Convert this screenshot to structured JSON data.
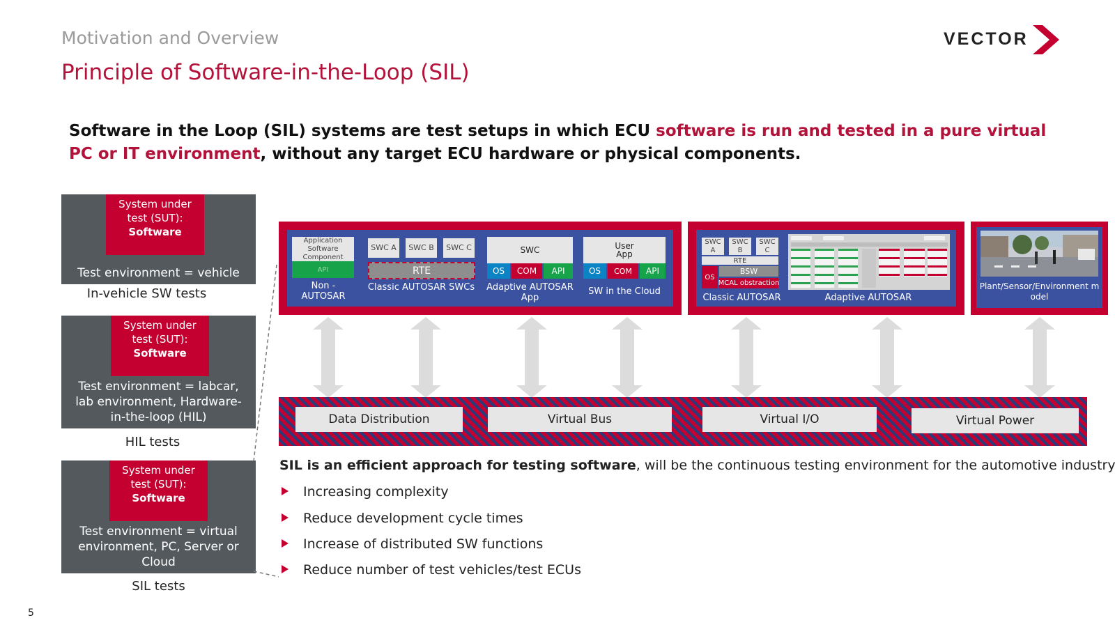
{
  "header": {
    "subtitle": "Motivation and Overview",
    "title": "Principle of Software-in-the-Loop (SIL)",
    "logo": "VECTOR"
  },
  "lead": {
    "part1": "Software in the Loop (SIL) systems are test setups in which ECU ",
    "highlight": "software is run and tested in a pure virtual PC or IT environment",
    "part2": ", without any target ECU hardware or physical components."
  },
  "env_boxes": [
    {
      "sut_line1": "System under",
      "sut_line2": "test (SUT):",
      "sut_bold": "Software",
      "env": "Test environment = vehicle",
      "caption": "In-vehicle SW tests"
    },
    {
      "sut_line1": "System under",
      "sut_line2": "test (SUT):",
      "sut_bold": "Software",
      "env": "Test environment = labcar, lab environment, Hardware-in-the-loop (HIL)",
      "caption": "HIL tests"
    },
    {
      "sut_line1": "System under",
      "sut_line2": "test (SUT):",
      "sut_bold": "Software",
      "env": "Test environment = virtual environment, PC, Server or Cloud",
      "caption": "SIL tests"
    }
  ],
  "panel1": {
    "app_sw_component": "Application Software Component",
    "api": "API",
    "non_autosar": "Non - AUTOSAR",
    "swc_a": "SWC A",
    "swc_b": "SWC B",
    "swc_c": "SWC C",
    "rte": "RTE",
    "classic_swcs": "Classic AUTOSAR SWCs",
    "swc": "SWC",
    "os": "OS",
    "com": "COM",
    "adaptive_app": "Adaptive AUTOSAR App",
    "user_app": "User App",
    "sw_cloud": "SW in the Cloud"
  },
  "panel2": {
    "swc_a": "SWC A",
    "swc_b": "SWC B",
    "swc_c": "SWC C",
    "rte": "RTE",
    "bsw": "BSW",
    "os": "OS",
    "mcal": "MCAL obstraction",
    "classic": "Classic AUTOSAR",
    "adaptive": "Adaptive AUTOSAR"
  },
  "panel3": {
    "label": "Plant/Sensor/Environment model"
  },
  "virtual_layer": [
    "Data Distribution",
    "Virtual Bus",
    "Virtual I/O",
    "Virtual Power"
  ],
  "summary": {
    "bold": "SIL is an efficient approach for testing software",
    "rest": ", will be the continuous testing environment for the automotive industry"
  },
  "bullets": [
    "Increasing complexity",
    "Reduce development cycle times",
    "Increase of distributed SW functions",
    "Reduce number of test vehicles/test ECUs"
  ],
  "page_number": "5",
  "colors": {
    "accent": "#c3002f",
    "panel_blue": "#3b52a0",
    "env_grey": "#54595e"
  }
}
